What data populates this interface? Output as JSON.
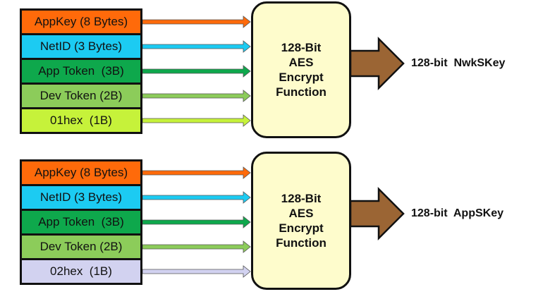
{
  "groups": [
    {
      "inputs": [
        {
          "label": "AppKey (8 Bytes)",
          "color": "#ff6a0a"
        },
        {
          "label": "NetID (3 Bytes)",
          "color": "#1ccbf2"
        },
        {
          "label": "App Token  (3B)",
          "color": "#0ea84c"
        },
        {
          "label": "Dev Token (2B)",
          "color": "#8ccc5a"
        },
        {
          "label": "01hex  (1B)",
          "color": "#c6f23a"
        }
      ],
      "function_lines": [
        "128-Bit",
        "AES",
        "Encrypt",
        "Function"
      ],
      "output_label": "128-bit  NwkSKey"
    },
    {
      "inputs": [
        {
          "label": "AppKey (8 Bytes)",
          "color": "#ff6a0a"
        },
        {
          "label": "NetID (3 Bytes)",
          "color": "#1ccbf2"
        },
        {
          "label": "App Token  (3B)",
          "color": "#0ea84c"
        },
        {
          "label": "Dev Token (2B)",
          "color": "#8ccc5a"
        },
        {
          "label": "02hex  (1B)",
          "color": "#d2d2f0"
        }
      ],
      "function_lines": [
        "128-Bit",
        "AES",
        "Encrypt",
        "Function"
      ],
      "output_label": "128-bit  AppSKey"
    }
  ],
  "colors": {
    "function_fill": "#fefccc",
    "output_arrow": "#9b6534",
    "outline": "#111111"
  }
}
